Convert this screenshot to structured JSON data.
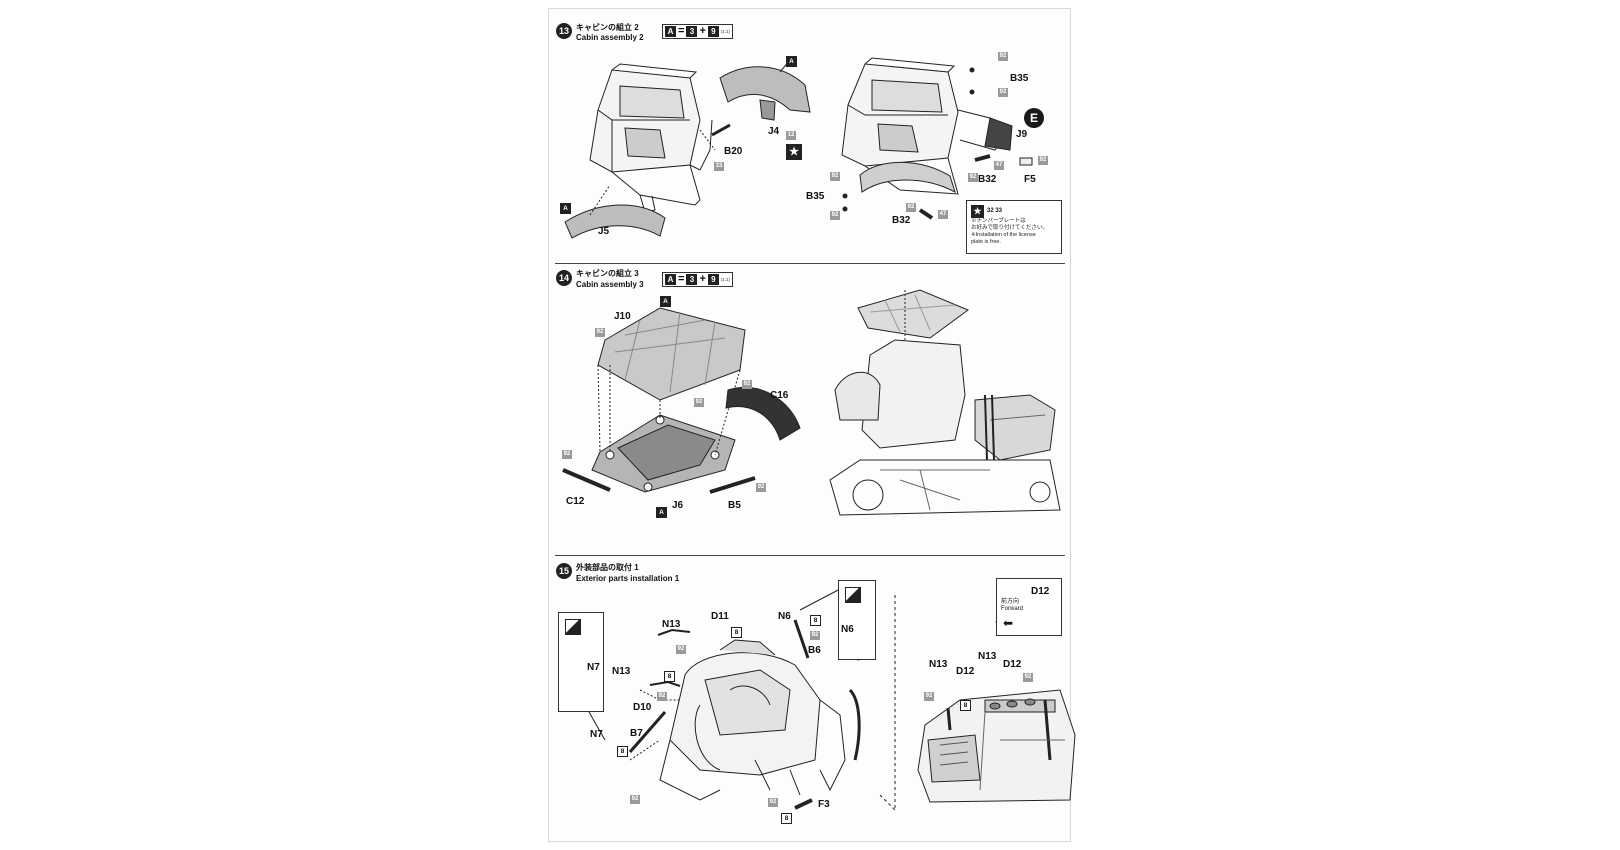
{
  "step13": {
    "number": "13",
    "title_jp": "キャビンの組立 2",
    "title_en": "Cabin assembly 2",
    "formula": {
      "a": "A",
      "eq": "=",
      "b": "3",
      "plus": "+",
      "c": "9",
      "note": "(1:1)"
    },
    "labels": {
      "A_top": "A",
      "J4": "J4",
      "B20": "B20",
      "n33": "33",
      "A_left": "A",
      "J5": "J5",
      "n12": "12",
      "n92_top": "92",
      "B35_top": "B35",
      "n92_b": "92",
      "E": "E",
      "J9": "J9",
      "n47_a": "47",
      "n92_c": "92",
      "n92_d": "92",
      "B32_a": "B32",
      "F5": "F5",
      "n92_e": "92",
      "B35_bottom": "B35",
      "n92_f": "92",
      "n92_g": "92",
      "B32_b": "B32",
      "n47_b": "47"
    },
    "note": {
      "nums": "32 33",
      "text": "※ナンバープレートは\n  お好みで取り付けてください。\n※Installation of the license\n  plate is free."
    }
  },
  "step14": {
    "number": "14",
    "title_jp": "キャビンの組立 3",
    "title_en": "Cabin assembly 3",
    "formula": {
      "a": "A",
      "eq": "=",
      "b": "3",
      "plus": "+",
      "c": "9",
      "note": "(1:1)"
    },
    "labels": {
      "A_top": "A",
      "J10": "J10",
      "n92_a": "92",
      "n92_b": "92",
      "n92_c": "92",
      "C16": "C16",
      "n92_d": "92",
      "C12": "C12",
      "A_bottom": "A",
      "J6": "J6",
      "B5": "B5",
      "n92_e": "92"
    }
  },
  "step15": {
    "number": "15",
    "title_jp": "外装部品の取付 1",
    "title_en": "Exterior parts installation 1",
    "labels": {
      "N13_a": "N13",
      "D11": "D11",
      "n8_a": "8",
      "n92_a": "92",
      "N6": "N6",
      "n8_b": "8",
      "n92_b": "92",
      "B6": "B6",
      "N6_callout": "N6",
      "N13_b": "N13",
      "n8_c": "8",
      "n92_c": "92",
      "D10": "D10",
      "N7_callout": "N7",
      "N7": "N7",
      "B7": "B7",
      "n8_d": "8",
      "n92_d": "92",
      "n92_e": "92",
      "F3": "F3",
      "n8_e": "8",
      "D12_callout": "D12",
      "forward_jp": "前方向",
      "forward_en": "Forward",
      "N13_c": "N13",
      "N13_d": "N13",
      "D12_a": "D12",
      "D12_b": "D12",
      "n92_f": "92",
      "n8_f": "8",
      "n92_g": "92"
    }
  }
}
